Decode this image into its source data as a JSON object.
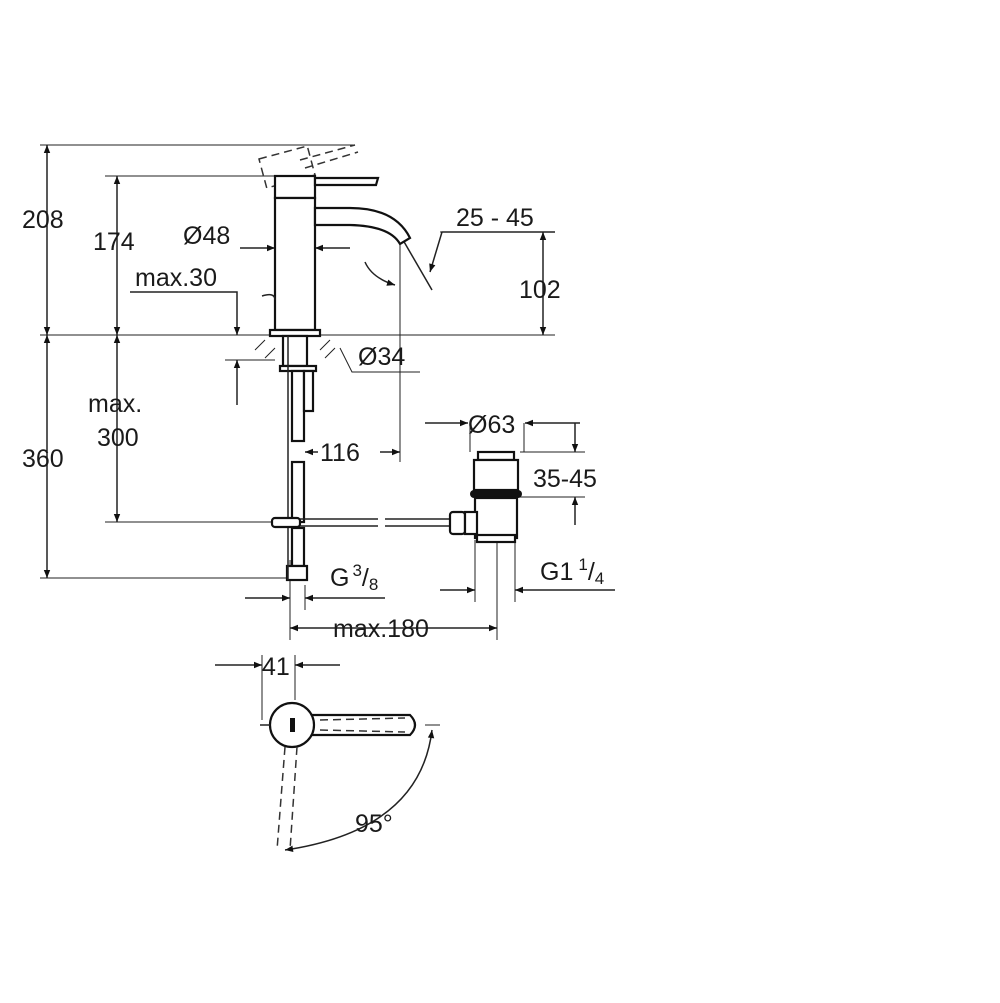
{
  "title": "Basin mixer technical drawing",
  "dimensions": {
    "total_height": "208",
    "body_height": "174",
    "body_diameter": "Ø48",
    "deck_thickness": "max.30",
    "spout_angle": "25 - 45",
    "spout_height": "102",
    "hole_diameter": "Ø34",
    "max_label": "max.",
    "below_deck": "300",
    "hose_length": "360",
    "spout_reach": "116",
    "waste_diameter": "Ø63",
    "waste_range": "35-45",
    "thread_small_g": "G",
    "thread_small_num": "3",
    "thread_small_den": "8",
    "thread_large_g": "G1",
    "thread_large_num": "1",
    "thread_large_den": "4",
    "max_rod": "max.180",
    "lever_offset": "41",
    "lever_rotation": "95°"
  }
}
